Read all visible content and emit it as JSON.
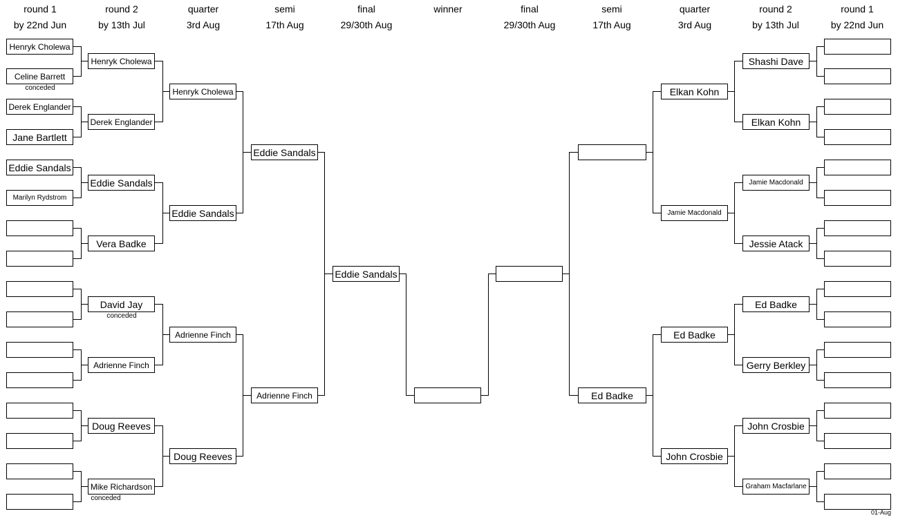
{
  "headers": [
    {
      "line1": "round 1",
      "line2": "by 22nd Jun"
    },
    {
      "line1": "round 2",
      "line2": "by 13th Jul"
    },
    {
      "line1": "quarter",
      "line2": "3rd Aug"
    },
    {
      "line1": "semi",
      "line2": "17th Aug"
    },
    {
      "line1": "final",
      "line2": "29/30th Aug"
    },
    {
      "line1": "winner",
      "line2": ""
    },
    {
      "line1": "final",
      "line2": "29/30th Aug"
    },
    {
      "line1": "semi",
      "line2": "17th Aug"
    },
    {
      "line1": "quarter",
      "line2": "3rd Aug"
    },
    {
      "line1": "round 2",
      "line2": "by 13th Jul"
    },
    {
      "line1": "round 1",
      "line2": "by 22nd Jun"
    }
  ],
  "left": {
    "round1": [
      "Henryk Cholewa",
      "Celine Barrett",
      "Derek Englander",
      "Jane Bartlett",
      "Eddie Sandals",
      "Marilyn Rydstrom",
      "",
      "",
      "",
      "",
      "",
      "",
      "",
      "",
      "",
      ""
    ],
    "round2": [
      "Henryk Cholewa",
      "Derek Englander",
      "Eddie Sandals",
      "Vera Badke",
      "David Jay",
      "Adrienne Finch",
      "Doug Reeves",
      "Mike Richardson"
    ],
    "quarter": [
      "Henryk Cholewa",
      "Eddie Sandals",
      "Adrienne Finch",
      "Doug Reeves"
    ],
    "semi": [
      "Eddie Sandals",
      "Adrienne Finch"
    ],
    "final": [
      "Eddie Sandals"
    ]
  },
  "winner": "",
  "right": {
    "final": [
      ""
    ],
    "semi": [
      "",
      "Ed Badke"
    ],
    "quarter": [
      "Elkan Kohn",
      "Jamie Macdonald",
      "Ed Badke",
      "John Crosbie"
    ],
    "round2": [
      "Shashi Dave",
      "Elkan Kohn",
      "Jamie Macdonald",
      "Jessie Atack",
      "Ed Badke",
      "Gerry Berkley",
      "John Crosbie",
      "Graham Macfarlane"
    ],
    "round1": [
      "",
      "",
      "",
      "",
      "",
      "",
      "",
      "",
      "",
      "",
      "",
      "",
      "",
      "",
      "",
      ""
    ]
  },
  "notes": {
    "celine": "conceded",
    "david": "conceded",
    "mike": "conceded"
  },
  "footer_date": "01-Aug"
}
